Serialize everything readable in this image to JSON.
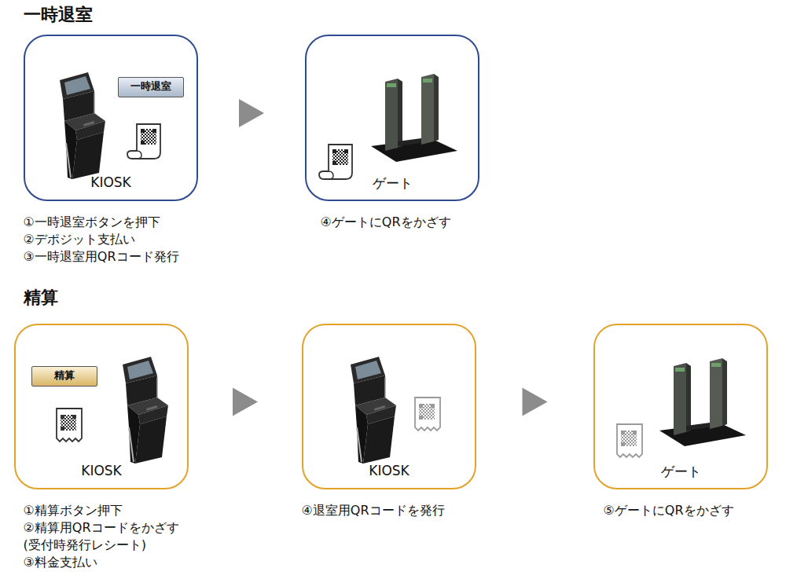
{
  "diagram": {
    "nodes": [
      {
        "text": [
          "KIOSK",
          "①一時退室ボタンを押下",
          "②デポジット支払い",
          "③一時退室用QRコード発行"
        ]
      },
      {
        "text": [
          "一時退室"
        ],
        "in": 0
      },
      {
        "text": [
          "ゲート",
          "④ゲートにQRをかざす"
        ]
      },
      {
        "text": [
          "KIOSK",
          "①精算ボタン押下",
          "②精算用QRコードをかざす (受付時発行レシート)",
          "③料金支払い"
        ]
      },
      {
        "text": [
          "精算"
        ],
        "in": 3
      },
      {
        "text": [
          "KIOSK",
          "④退室用QRコードを発行"
        ]
      },
      {
        "text": [
          "ゲート",
          "⑤ゲートにQRをかざす"
        ]
      }
    ],
    "edges": [
      {
        "from": 0,
        "to": 2,
        "arrow": "to"
      },
      {
        "from": 3,
        "to": 5,
        "arrow": "to"
      },
      {
        "from": 5,
        "to": 6,
        "arrow": "to"
      }
    ],
    "labels": [
      "一時退室",
      "精算"
    ]
  }
}
